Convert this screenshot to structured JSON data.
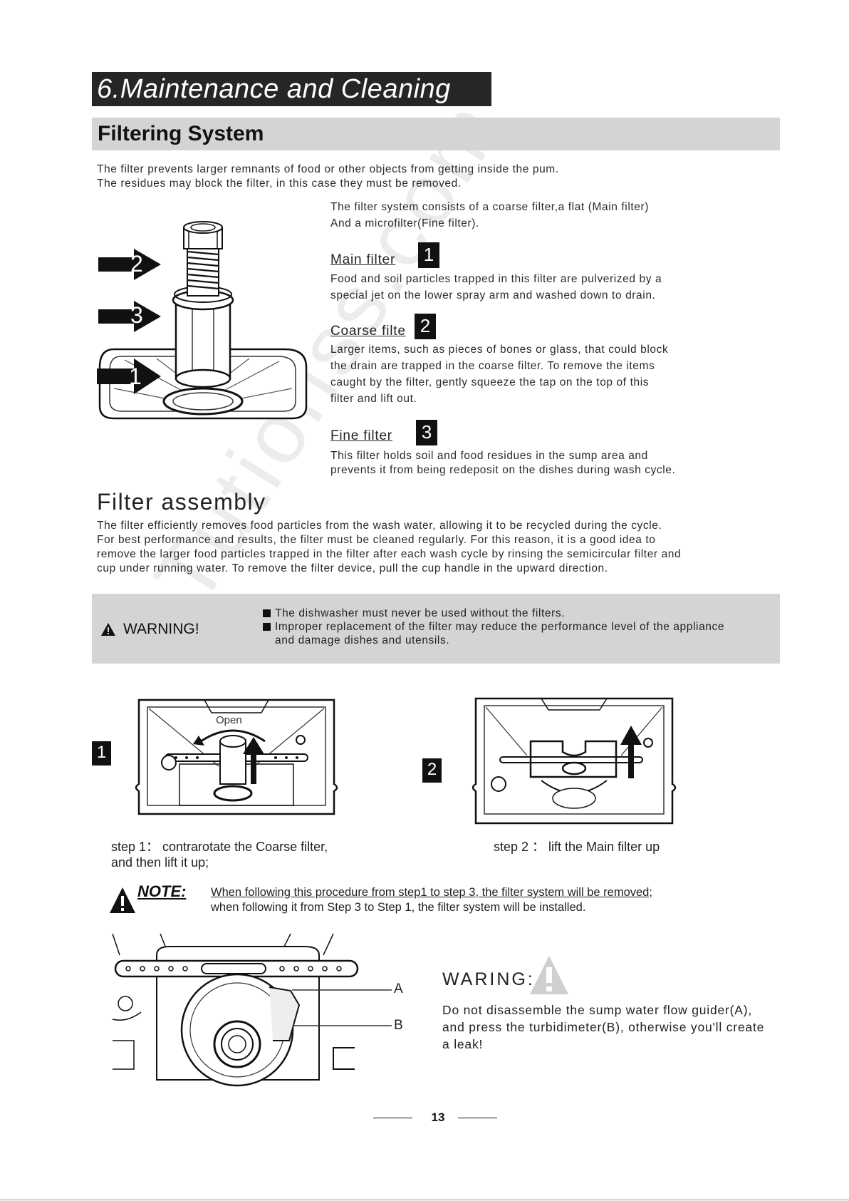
{
  "chapter": {
    "title": "6.Maintenance and Cleaning"
  },
  "section": {
    "title": "Filtering System"
  },
  "intro": {
    "line1": "The filter prevents larger remnants of food or other objects from getting inside the pum.",
    "line2": "The residues may block the filter, in this case they must be removed."
  },
  "system": {
    "line1": "The filter system consists of a coarse filter,a flat  (Main filter)",
    "line2": "And a microfilter(Fine filter)."
  },
  "figure_filter": {
    "callouts": [
      "2",
      "3",
      "1"
    ]
  },
  "filters": [
    {
      "name": "Main filter",
      "number": "1",
      "lines": [
        "Food and soil particles trapped in this filter are pulverized by a",
        "special jet on the lower spray arm and washed down to drain."
      ]
    },
    {
      "name": "Coarse filte",
      "number": "2",
      "lines": [
        "Larger items, such as pieces of bones or glass, that could block",
        "the drain are trapped in the coarse filter. To remove the items",
        "caught by the filter, gently squeeze the tap on the top of this",
        "filter and lift out."
      ]
    },
    {
      "name": "Fine filter",
      "number": "3",
      "lines": [
        "This filter holds soil and food residues in the sump area and",
        "prevents it from being redeposit on the dishes during wash cycle."
      ]
    }
  ],
  "assembly": {
    "title": "Filter assembly",
    "lines": [
      "The filter efficiently removes food particles from the wash water, allowing it to be recycled during the cycle.",
      "For best performance and results, the filter must be cleaned regularly. For this reason, it is a good idea to",
      "remove the larger food particles trapped in the filter after each wash cycle by rinsing the semicircular filter and",
      "cup under running water. To remove the filter device, pull the cup handle in the upward direction."
    ]
  },
  "warning": {
    "label": "WARNING!",
    "item1": "The dishwasher must never be used without the filters.",
    "item2_line1": "Improper replacement of the filter may reduce the performance level of the appliance",
    "item2_line2": "and damage dishes and utensils."
  },
  "steps": [
    {
      "number": "1",
      "figure_label": "Open",
      "caption_line1": "step 1： contrarotate the Coarse filter,",
      "caption_line2": "and then lift it up;"
    },
    {
      "number": "2",
      "caption_line1": "step 2 ： lift the Main filter up"
    }
  ],
  "note": {
    "label": "NOTE:",
    "line1": "When following this procedure from step1 to step 3, the filter system will be removed;",
    "line2": "when following it from Step 3 to Step 1, the filter system will be installed."
  },
  "sump": {
    "callout_a": "A",
    "callout_b": "B"
  },
  "waring": {
    "title": "WARING:",
    "lines": [
      "Do not disassemble the sump water flow guider(A),",
      "and press the turbidimeter(B), otherwise you'll create",
      "a leak!"
    ]
  },
  "page": {
    "number": "13"
  },
  "watermark": {
    "text": "eTutionss.com"
  }
}
